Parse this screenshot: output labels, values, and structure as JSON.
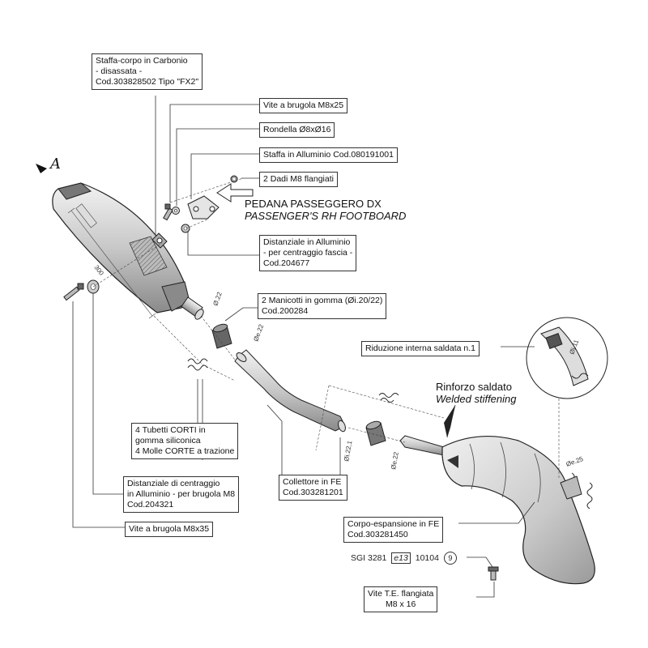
{
  "view_marker": "A",
  "labels": {
    "staffa_corpo": [
      "Staffa-corpo in Carbonio",
      "- disassata -",
      "Cod.303828502  Tipo \"FX2\""
    ],
    "vite_m8x25": "Vite a brugola M8x25",
    "rondella": "Rondella Ø8xØ16",
    "staffa_alluminio": "Staffa in Alluminio  Cod.080191001",
    "dadi": "2 Dadi M8 flangiati",
    "pedana_it": "PEDANA PASSEGGERO DX",
    "pedana_en": "PASSENGER'S RH FOOTBOARD",
    "distanziale_fascia": [
      "Distanziale in Alluminio",
      "- per centraggio fascia -",
      "Cod.204677"
    ],
    "manicotti": [
      "2 Manicotti in gomma (Øi.20/22)",
      "Cod.200284"
    ],
    "riduzione": "Riduzione interna saldata n.1",
    "rinforzo_it": "Rinforzo saldato",
    "rinforzo_en": "Welded stiffening",
    "tubetti": [
      "4 Tubetti CORTI in",
      "gomma siliconica",
      "4 Molle CORTE a trazione"
    ],
    "distanziale_centraggio": [
      "Distanziale di centraggio",
      "in Alluminio - per brugola M8",
      "Cod.204321"
    ],
    "collettore": [
      "Collettore in FE",
      "Cod.303281201"
    ],
    "vite_m8x35": "Vite a brugola M8x35",
    "corpo_espansione": [
      "Corpo-espansione in FE",
      "Cod.303281450"
    ],
    "vite_te": [
      "Vite T.E. flangiata",
      "M8 x 16"
    ]
  },
  "certification": {
    "code": "SGI 3281",
    "mark": "e13",
    "number": "10104",
    "circled": "9"
  },
  "dimensions": {
    "length": "300",
    "d_silencer_outlet": "Ø.22",
    "d_collector_in": "Øe.22",
    "d_collector_mid": "Øi.22,1",
    "d_body_in": "Øe.22",
    "d_detail": "Øi.11",
    "d_body_out": "Øe.25"
  },
  "colors": {
    "line": "#222222",
    "leader": "#333333",
    "background": "#ffffff"
  }
}
